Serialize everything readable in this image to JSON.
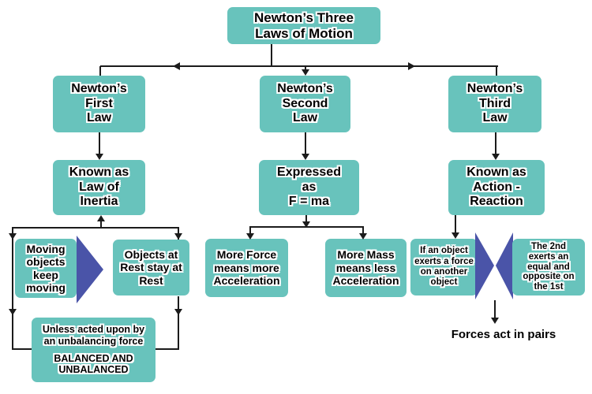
{
  "title": {
    "label": "Newton’s Three\nLaws of Motion"
  },
  "first_law": {
    "law": "Newton’s\nFirst\nLaw",
    "known_as": "Known as\nLaw of\nInertia",
    "moving": "Moving\nobjects\nkeep\nmoving",
    "objects_at_rest": "Objects at\nRest stay at\nRest",
    "unless_top": "Unless acted upon by\nan unbalancing force",
    "unless_bottom": "BALANCED AND\nUNBALANCED"
  },
  "second_law": {
    "law": "Newton’s\nSecond\nLaw",
    "expressed": "Expressed\nas\nF = ma",
    "more_force": "More Force\nmeans more\nAcceleration",
    "more_mass": "More Mass\nmeans less\nAcceleration"
  },
  "third_law": {
    "law": "Newton’s\nThird\nLaw",
    "known_as": "Known as\nAction -\nReaction",
    "if_object": "If an object\nexerts a force\non another\nobject",
    "second_exerts": "The 2nd\nexerts an\nequal and\nopposite on\nthe 1st",
    "caption": "Forces act in pairs"
  },
  "colors": {
    "box_teal": "#68c3bc",
    "triangle_blue": "#4a54a8",
    "line_black": "#1b1b1b",
    "text": "#000000",
    "halo": "#ffffff",
    "background": "#ffffff"
  }
}
